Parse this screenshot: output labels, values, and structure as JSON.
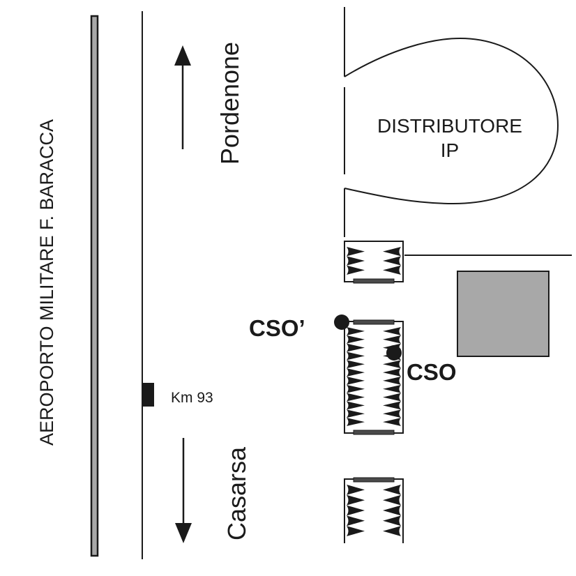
{
  "map": {
    "type": "schematic-site-map",
    "colors": {
      "ink": "#1a1a1a",
      "runway_fill": "#a8a8a8",
      "building_fill": "#a8a8a8",
      "curb_bar": "#4a4a4a",
      "background": "#ffffff"
    },
    "labels": {
      "airport": "AEROPORTO MILITARE F. BARACCA",
      "direction_north": "Pordenone",
      "direction_south": "Casarsa",
      "km_marker": "Km 93",
      "station_line1": "DISTRIBUTORE",
      "station_line2": "IP",
      "point_primary": "CSO",
      "point_alternate": "CSO’"
    },
    "features": [
      {
        "id": "airport-runway",
        "kind": "runway-strip"
      },
      {
        "id": "main-road",
        "kind": "road-line"
      },
      {
        "id": "km-marker",
        "kind": "milestone",
        "label_key": "km_marker"
      },
      {
        "id": "arrow-north",
        "kind": "direction-arrow",
        "toward": "Pordenone"
      },
      {
        "id": "arrow-south",
        "kind": "direction-arrow",
        "toward": "Casarsa"
      },
      {
        "id": "fuel-station",
        "kind": "station-lot",
        "label": "DISTRIBUTORE IP"
      },
      {
        "id": "building",
        "kind": "building"
      },
      {
        "id": "side-road",
        "kind": "road-line"
      },
      {
        "id": "parking-top",
        "kind": "parking-block",
        "stalls_per_side": 3
      },
      {
        "id": "parking-middle",
        "kind": "parking-block",
        "stalls_per_side": 12
      },
      {
        "id": "parking-bottom",
        "kind": "parking-block",
        "stalls_per_side": 5
      },
      {
        "id": "point-cso",
        "kind": "marker-dot",
        "label": "CSO"
      },
      {
        "id": "point-cso-alt",
        "kind": "marker-dot",
        "label": "CSO’"
      }
    ]
  }
}
